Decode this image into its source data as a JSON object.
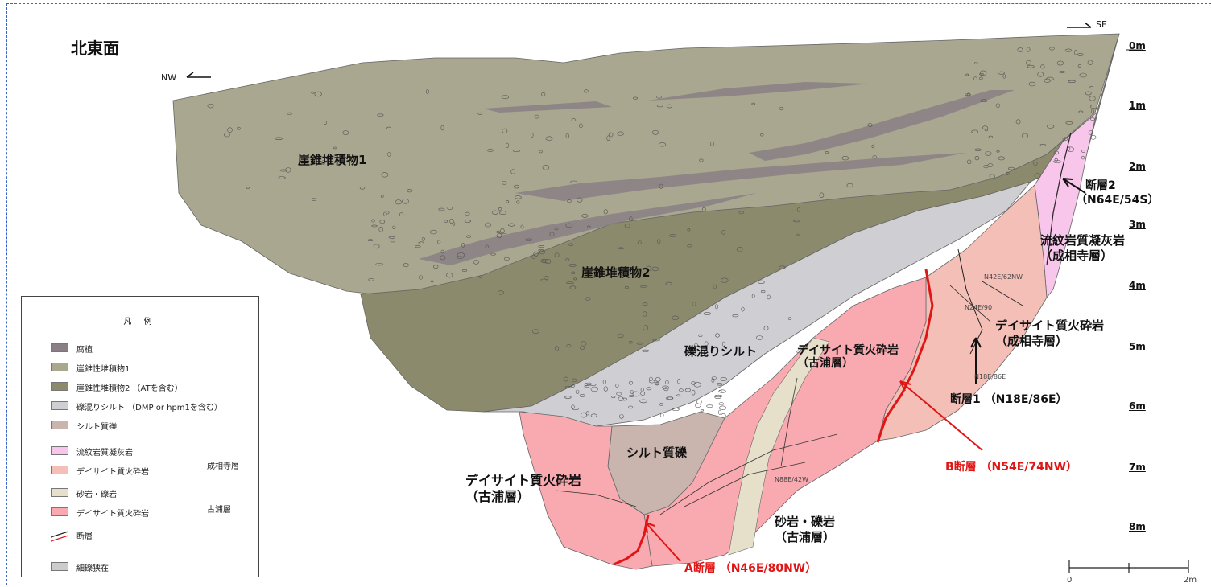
{
  "title": "北東面",
  "directions": {
    "left": "NW",
    "right": "SE"
  },
  "depth_marks": [
    "0m",
    "1m",
    "2m",
    "3m",
    "4m",
    "5m",
    "6m",
    "7m",
    "8m"
  ],
  "units": {
    "talus1": "崖錐堆積物1",
    "talus2": "崖錐堆積物2",
    "gravel_silt": "礫混りシルト",
    "silt_gravel": "シルト質礫",
    "dacite_furuura_upper_1": "デイサイト質火砕岩",
    "dacite_furuura_upper_2": "（古浦層）",
    "dacite_furuura_left_1": "デイサイト質火砕岩",
    "dacite_furuura_left_2": "（古浦層）",
    "sandstone_1": "砂岩・礫岩",
    "sandstone_2": "（古浦層）",
    "rhyolite_1": "流紋岩質凝灰岩",
    "rhyolite_2": "（成相寺層）",
    "dacite_joso_1": "デイサイト質火砕岩",
    "dacite_joso_2": "（成相寺層）"
  },
  "faults": {
    "fault2_name": "断層2",
    "fault2_attitude": "（N64E/54S）",
    "fault1": "断層1 （N18E/86E）",
    "fault_b": "B断層 （N54E/74NW）",
    "fault_a": "A断層 （N46E/80NW）"
  },
  "small_notes": {
    "n42e": "N42E/62NW",
    "n24e": "N24E/90",
    "n18e": "N18E/86E",
    "n88e": "N88E/42W"
  },
  "legend": {
    "title": "凡 例",
    "items": [
      {
        "label": "腐植",
        "color": "#8a7f85"
      },
      {
        "label": "崖錐性堆積物1",
        "color": "#a9a78f"
      },
      {
        "label": "崖錐性堆積物2 （ATを含む）",
        "color": "#8b8a6c"
      },
      {
        "label": "礫混りシルト （DMP or hpm1を含む）",
        "color": "#cfcfd3"
      },
      {
        "label": "シルト質礫",
        "color": "#c9b5ad"
      },
      {
        "label": "流紋岩質凝灰岩",
        "color": "#f7c6ea"
      },
      {
        "label": "デイサイト質火砕岩",
        "color": "#f4bfb6"
      },
      {
        "label": "砂岩・礫岩",
        "color": "#e6dfca"
      },
      {
        "label": "デイサイト質火砕岩",
        "color": "#f8aab0"
      },
      {
        "label": "断層",
        "color": "#333333"
      },
      {
        "label": "細礫狭在",
        "color": "#cccccc"
      }
    ],
    "group_joso": "成相寺層",
    "group_furuura": "古浦層"
  },
  "scale_bar": {
    "min": "0",
    "max": "2m"
  },
  "colors": {
    "fault_red": "#e01515",
    "frame": "#3a63c8"
  }
}
